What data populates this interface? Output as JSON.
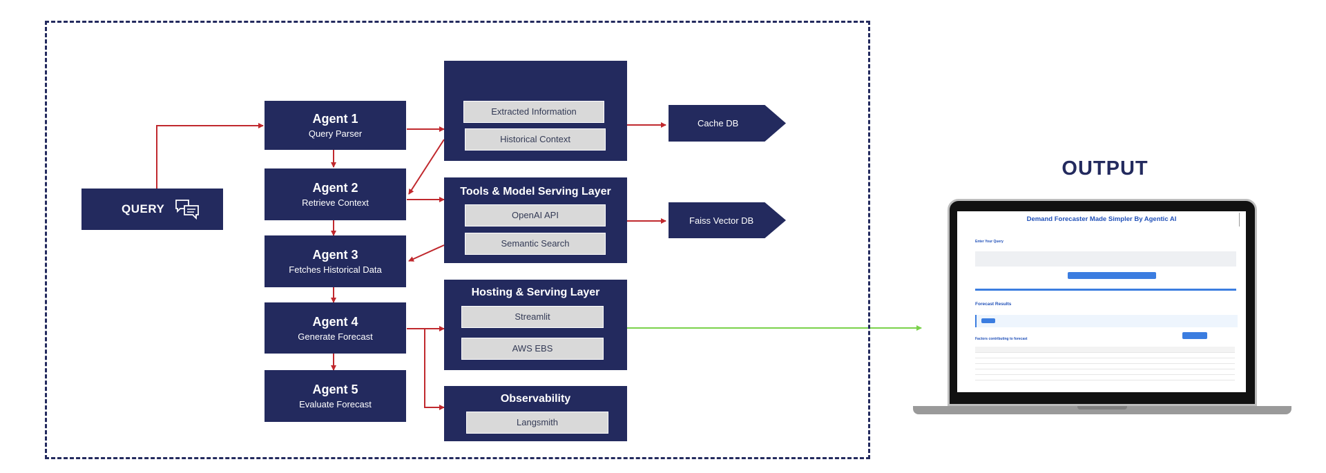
{
  "query": {
    "label": "QUERY",
    "icon": "chat-bubbles-icon"
  },
  "agents": [
    {
      "title": "Agent 1",
      "subtitle": "Query Parser"
    },
    {
      "title": "Agent 2",
      "subtitle": "Retrieve Context"
    },
    {
      "title": "Agent 3",
      "subtitle": "Fetches Historical Data"
    },
    {
      "title": "Agent 4",
      "subtitle": "Generate Forecast"
    },
    {
      "title": "Agent 5",
      "subtitle": "Evaluate Forecast"
    }
  ],
  "layers": {
    "context": {
      "items": [
        "Extracted Information",
        "Historical Context"
      ]
    },
    "tools": {
      "title": "Tools & Model Serving Layer",
      "items": [
        "OpenAI API",
        "Semantic Search"
      ]
    },
    "hosting": {
      "title": "Hosting & Serving Layer",
      "items": [
        "Streamlit",
        "AWS EBS"
      ]
    },
    "observability": {
      "title": "Observability",
      "items": [
        "Langsmith"
      ]
    }
  },
  "stores": [
    "Cache DB",
    "Faiss Vector DB"
  ],
  "output": {
    "title": "OUTPUT",
    "screen": {
      "app_title": "Demand Forecaster Made Simpler By Agentic AI",
      "query_label": "Enter Your Query",
      "results_label": "Forecast Results",
      "factors_label": "Factors contributing to forecast"
    }
  },
  "colors": {
    "navy": "#232a5e",
    "arrow_red": "#c0282d",
    "arrow_green": "#7ad14a",
    "chip_gray": "#d9d9d9"
  }
}
